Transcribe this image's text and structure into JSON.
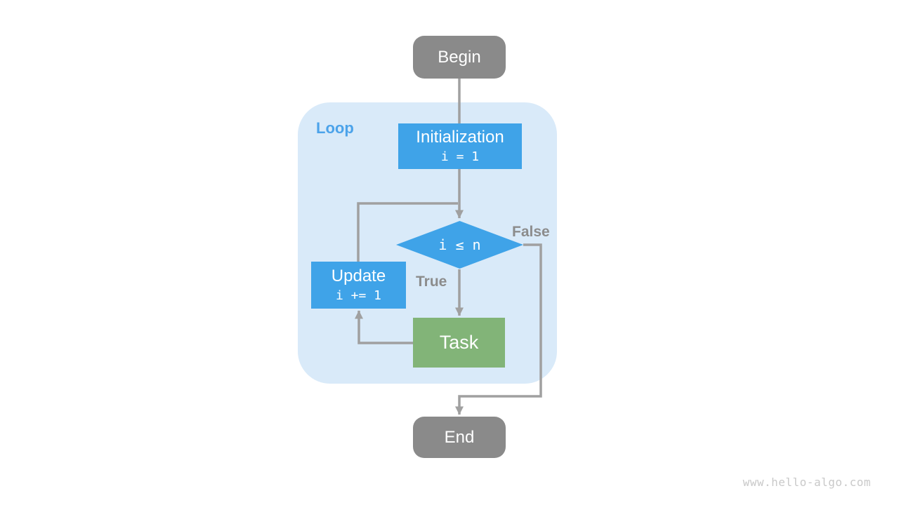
{
  "diagram": {
    "loop_label": "Loop",
    "nodes": {
      "begin": {
        "label": "Begin"
      },
      "initialization": {
        "label": "Initialization",
        "code": "i = 1"
      },
      "condition": {
        "label": "i ≤ n"
      },
      "update": {
        "label": "Update",
        "code": "i += 1"
      },
      "task": {
        "label": "Task"
      },
      "end": {
        "label": "End"
      }
    },
    "edge_labels": {
      "true": "True",
      "false": "False"
    }
  },
  "watermark": "www.hello-algo.com",
  "colors": {
    "node-blue": "#3FA3E8",
    "node-green": "#82B478",
    "node-gray": "#8A8A8A",
    "loop-bg": "#D9EAF9",
    "loop-label": "#4CA3EA",
    "arrow": "#A0A0A0",
    "edge-label": "#8C8C8C",
    "watermark": "#C9C9C9",
    "text-white": "#FFFFFF"
  }
}
